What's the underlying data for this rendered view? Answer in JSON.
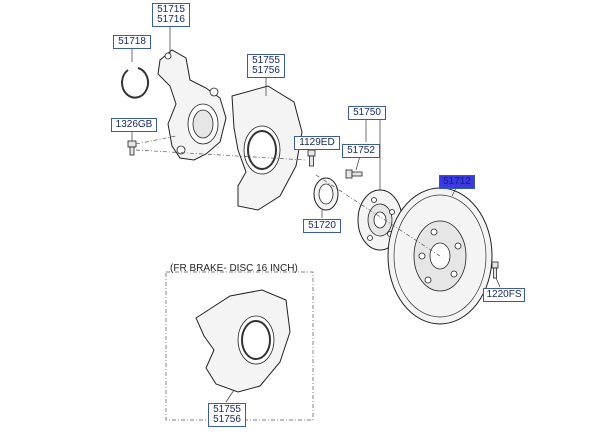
{
  "labels": {
    "l_51715_51716": [
      "51715",
      "51716"
    ],
    "l_51718": [
      "51718"
    ],
    "l_1326GB": [
      "1326GB"
    ],
    "l_51755_51756_top": [
      "51755",
      "51756"
    ],
    "l_51750": [
      "51750"
    ],
    "l_1129ED": [
      "1129ED"
    ],
    "l_51752": [
      "51752"
    ],
    "l_51712": [
      "51712"
    ],
    "l_51720": [
      "51720"
    ],
    "l_1220FS": [
      "1220FS"
    ],
    "l_51755_51756_bottom": [
      "51755",
      "51756"
    ]
  },
  "variant_note": "(FR BRAKE- DISC 16 INCH)",
  "highlight_color": "#3a3ae0",
  "label_border_color": "#3b5aa8"
}
